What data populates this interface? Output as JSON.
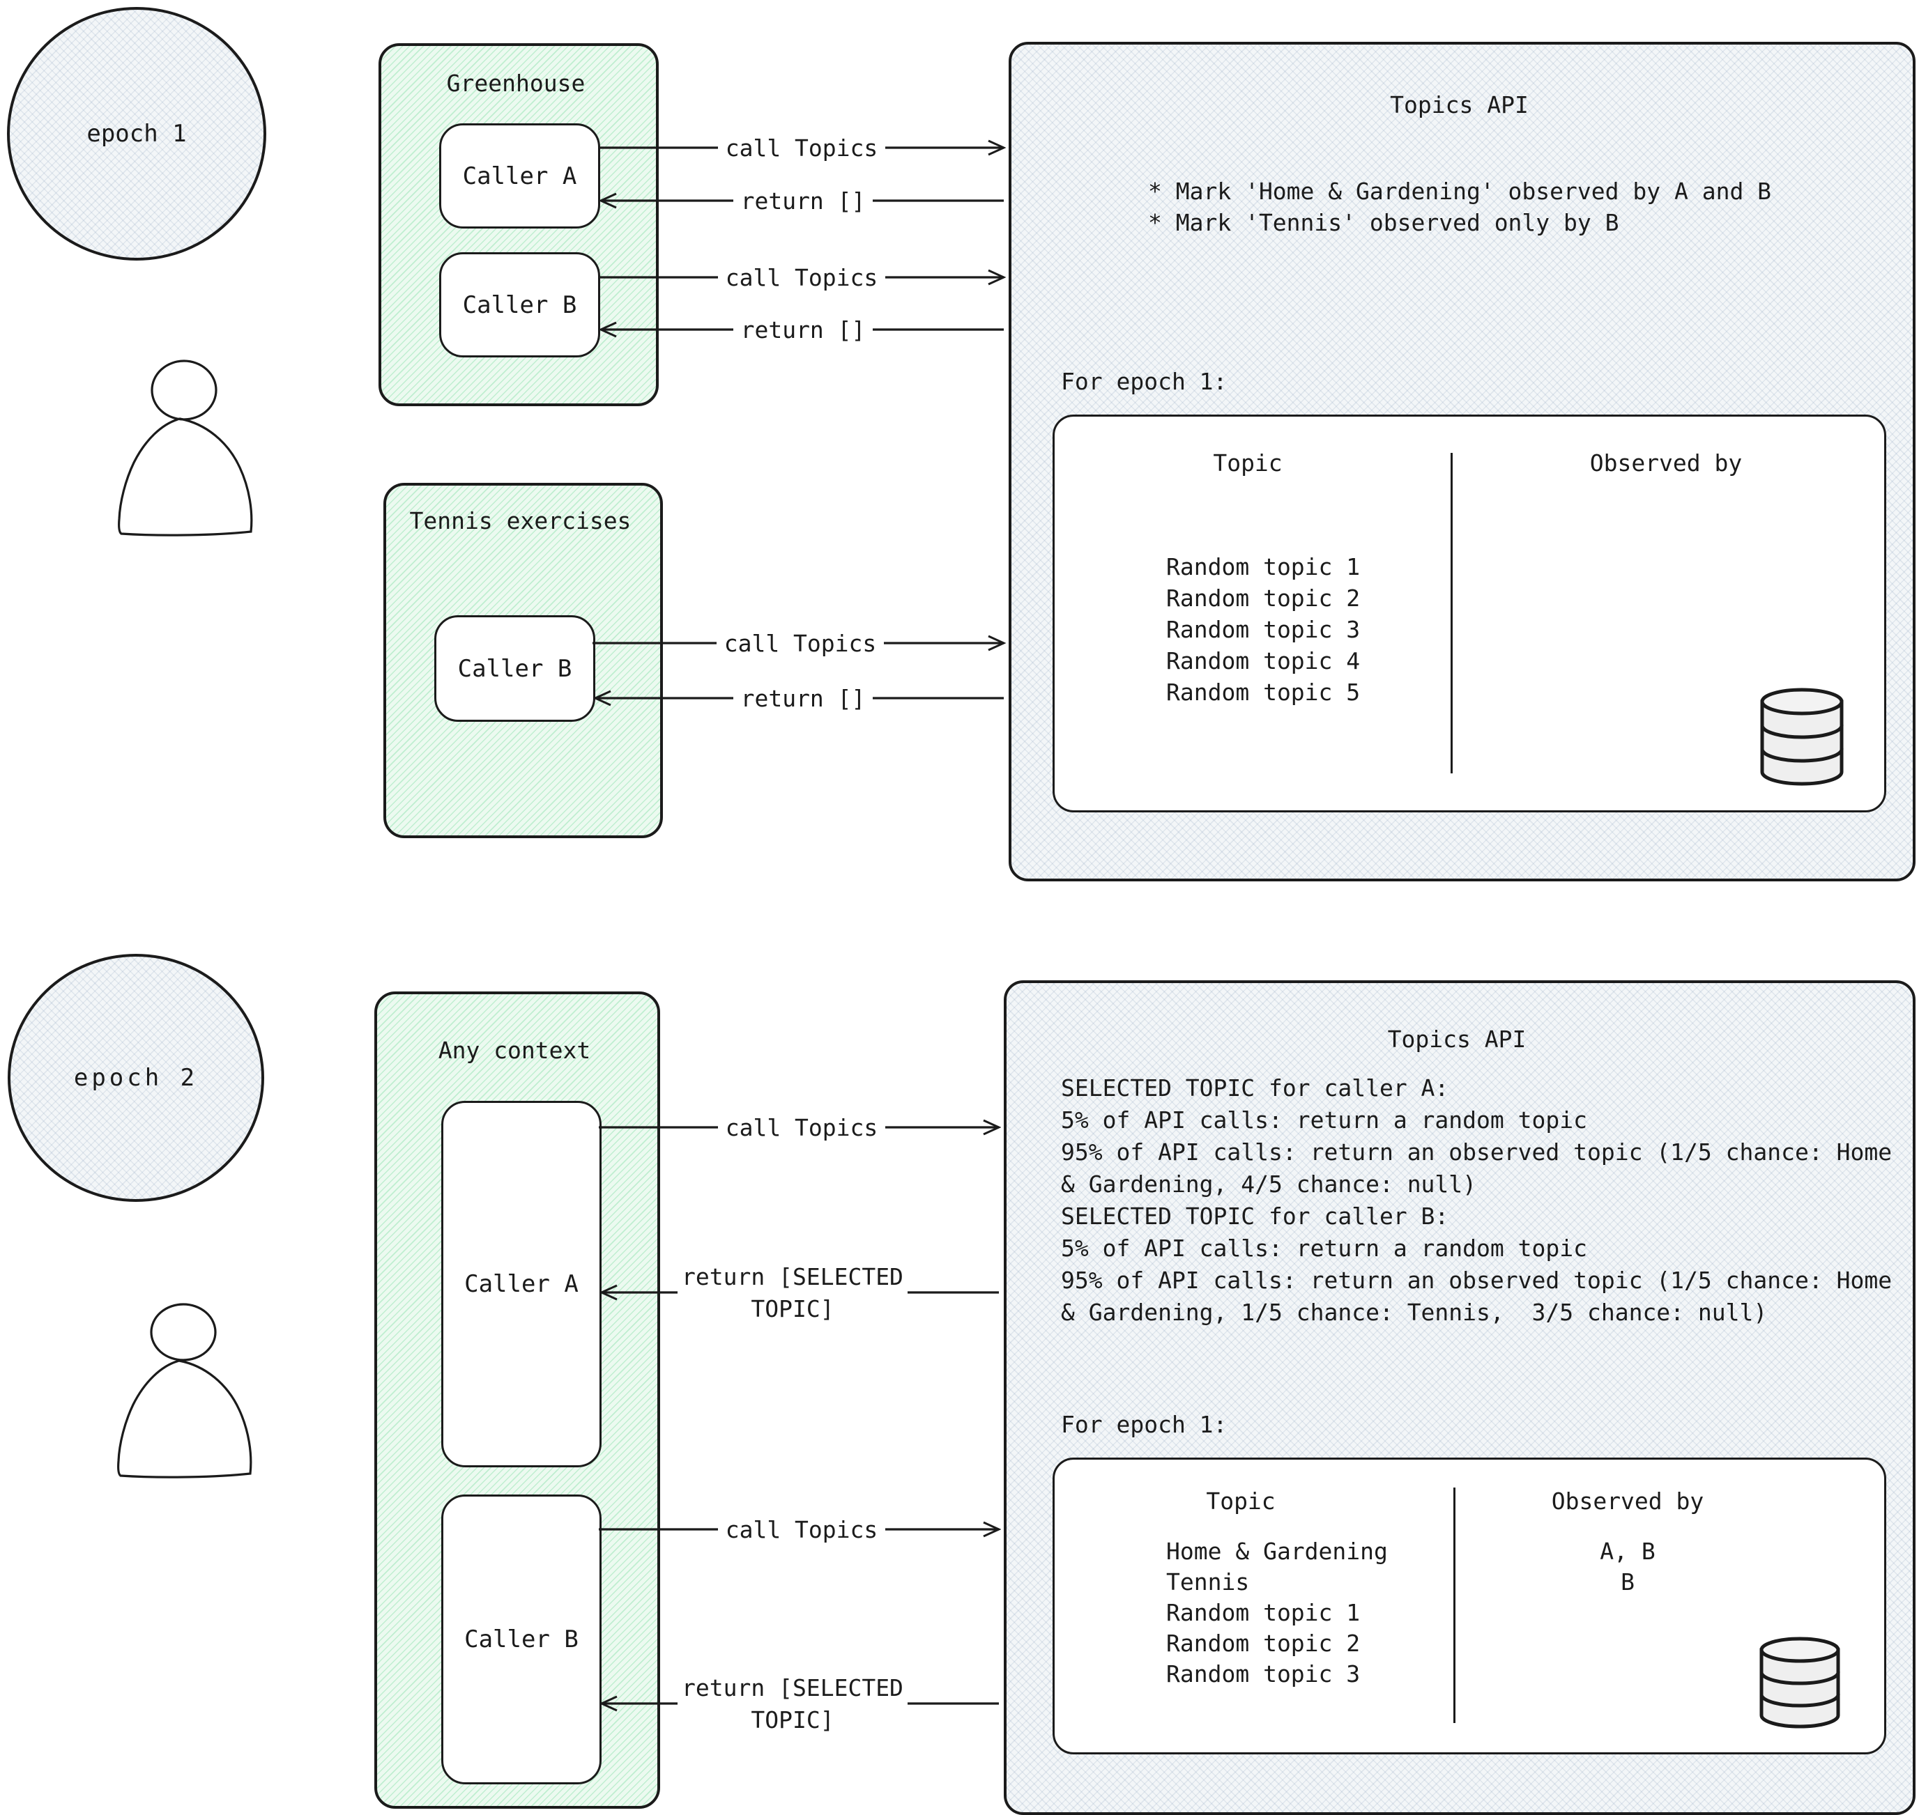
{
  "colors": {
    "stroke": "#1b1b1b",
    "context_fill": "#ecfaf0",
    "context_hatch": "#60d68c",
    "api_fill": "#f3f6f8"
  },
  "epoch1": {
    "bubble_label": "epoch 1",
    "greenhouse_box": {
      "title": "Greenhouse",
      "caller_a": "Caller A",
      "caller_b": "Caller B"
    },
    "tennis_box": {
      "title": "Tennis exercises",
      "caller_b": "Caller B"
    },
    "arrows": {
      "caller_a_call": "call Topics",
      "caller_a_return": "return []",
      "caller_b_call": "call Topics",
      "caller_b_return": "return []",
      "tennis_b_call": "call Topics",
      "tennis_b_return": "return []"
    },
    "topics_api": {
      "title": "Topics API",
      "notes": [
        "* Mark 'Home & Gardening' observed by A and B",
        "* Mark 'Tennis' observed only by B"
      ],
      "epoch_label": "For epoch 1:",
      "table": {
        "topic_header": "Topic",
        "observed_header": "Observed by",
        "rows": [
          {
            "topic": "Random topic 1",
            "observed": ""
          },
          {
            "topic": "Random topic 2",
            "observed": ""
          },
          {
            "topic": "Random topic 3",
            "observed": ""
          },
          {
            "topic": "Random topic 4",
            "observed": ""
          },
          {
            "topic": "Random topic 5",
            "observed": ""
          }
        ]
      }
    }
  },
  "epoch2": {
    "bubble_label": "epoch 2",
    "any_context_box": {
      "title": "Any context",
      "caller_a": "Caller A",
      "caller_b": "Caller B"
    },
    "arrows": {
      "caller_a_call": "call Topics",
      "caller_a_return": "return [SELECTED TOPIC]",
      "caller_b_call": "call Topics",
      "caller_b_return": "return [SELECTED TOPIC]"
    },
    "topics_api": {
      "title": "Topics API",
      "selection_rules": [
        "SELECTED TOPIC for caller A:",
        "5% of API calls: return a random topic",
        "95% of API calls: return an observed topic (1/5 chance: Home",
        "& Gardening, 4/5 chance: null)",
        "",
        "SELECTED TOPIC for caller B:",
        "5% of API calls: return a random topic",
        "95% of API calls: return an observed topic (1/5 chance: Home",
        "& Gardening, 1/5 chance: Tennis,  3/5 chance: null)"
      ],
      "epoch_label": "For epoch 1:",
      "table": {
        "topic_header": "Topic",
        "observed_header": "Observed by",
        "rows": [
          {
            "topic": "Home & Gardening",
            "observed": "A, B"
          },
          {
            "topic": "Tennis",
            "observed": "B"
          },
          {
            "topic": "Random topic 1",
            "observed": ""
          },
          {
            "topic": "Random topic 2",
            "observed": ""
          },
          {
            "topic": "Random topic 3",
            "observed": ""
          }
        ]
      }
    }
  }
}
